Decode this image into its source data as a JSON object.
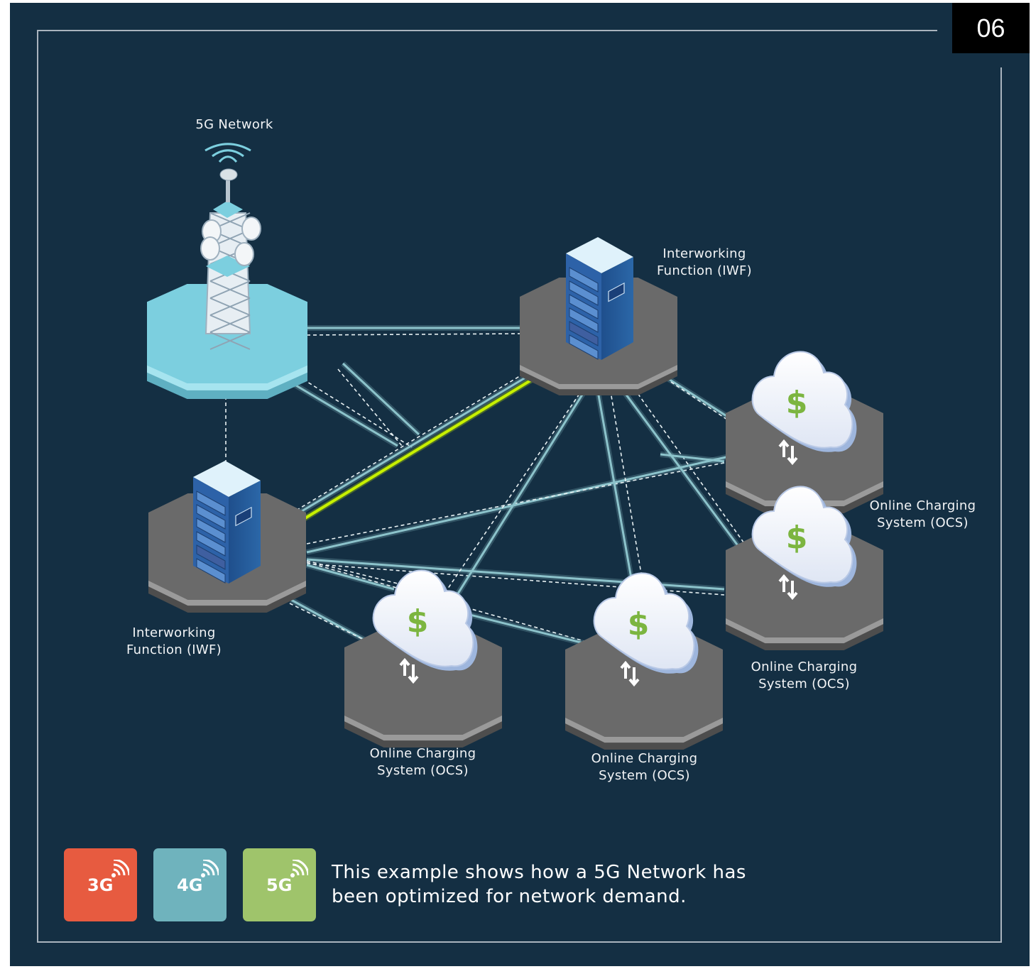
{
  "page_number": "06",
  "labels": {
    "tower": "5G Network",
    "iwf_top": "Interworking\nFunction (IWF)",
    "iwf_left": "Interworking\nFunction (IWF)",
    "ocs_right_top": "Online Charging\nSystem (OCS)",
    "ocs_right_bottom": "Online Charging\nSystem (OCS)",
    "ocs_bottom_left": "Online Charging\nSystem (OCS)",
    "ocs_bottom_mid": "Online Charging\nSystem (OCS)"
  },
  "cloud_symbol": "$",
  "legend": {
    "badges": [
      {
        "label": "3G",
        "color": "#e75b40",
        "icon": "wifi-signal-icon"
      },
      {
        "label": "4G",
        "color": "#6fb3bd",
        "icon": "wifi-signal-icon"
      },
      {
        "label": "5G",
        "color": "#9fc46b",
        "icon": "wifi-signal-icon"
      }
    ],
    "caption": "This example shows how a 5G Network has been optimized for network demand."
  },
  "colors": {
    "background": "#142f43",
    "link": "#8cc3cb",
    "highlight_link": "#c7f000",
    "platform_gray": "#6a6a6a",
    "platform_cyan": "#7ccfdf"
  }
}
